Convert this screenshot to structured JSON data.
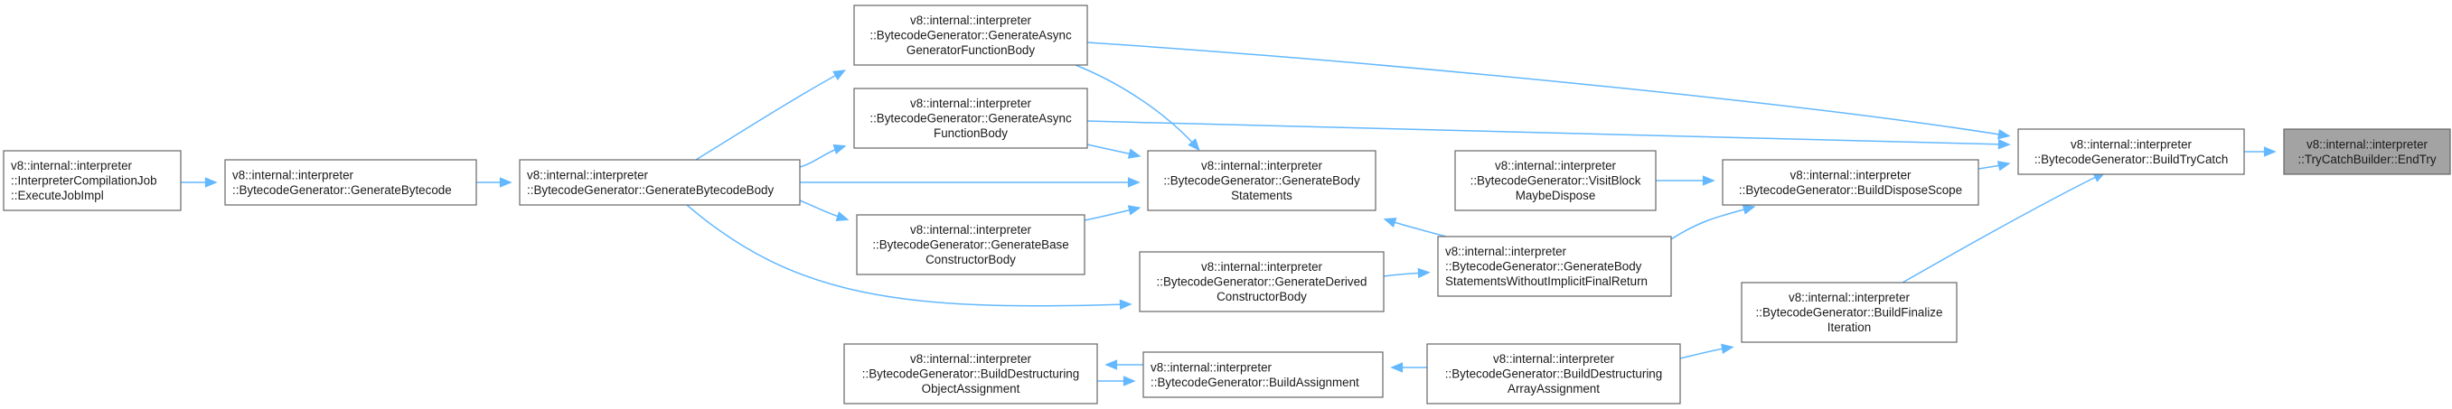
{
  "colors": {
    "edge": "#63b8ff",
    "node_fill": "#ffffff",
    "node_border": "#666666",
    "root_fill": "#a3a3a3"
  },
  "nodes": {
    "n_endtry": [
      "v8::internal::interpreter",
      "::TryCatchBuilder::EndTry"
    ],
    "n_buildtrycatch": [
      "v8::internal::interpreter",
      "::BytecodeGenerator::BuildTryCatch"
    ],
    "n_genasyncgen": [
      "v8::internal::interpreter",
      "::BytecodeGenerator::GenerateAsync",
      "GeneratorFunctionBody"
    ],
    "n_genasyncfn": [
      "v8::internal::interpreter",
      "::BytecodeGenerator::GenerateAsync",
      "FunctionBody"
    ],
    "n_genbodystmts": [
      "v8::internal::interpreter",
      "::BytecodeGenerator::GenerateBody",
      "Statements"
    ],
    "n_genbytecodebody": [
      "v8::internal::interpreter",
      "::BytecodeGenerator::GenerateBytecodeBody"
    ],
    "n_genbytecode": [
      "v8::internal::interpreter",
      "::BytecodeGenerator::GenerateBytecode"
    ],
    "n_execjob": [
      "v8::internal::interpreter",
      "::InterpreterCompilationJob",
      "::ExecuteJobImpl"
    ],
    "n_genbasector": [
      "v8::internal::interpreter",
      "::BytecodeGenerator::GenerateBase",
      "ConstructorBody"
    ],
    "n_genderivedctor": [
      "v8::internal::interpreter",
      "::BytecodeGenerator::GenerateDerived",
      "ConstructorBody"
    ],
    "n_genbodynoreturn": [
      "v8::internal::interpreter",
      "::BytecodeGenerator::GenerateBody",
      "StatementsWithoutImplicitFinalReturn"
    ],
    "n_visitblock": [
      "v8::internal::interpreter",
      "::BytecodeGenerator::VisitBlock",
      "MaybeDispose"
    ],
    "n_builddispose": [
      "v8::internal::interpreter",
      "::BytecodeGenerator::BuildDisposeScope"
    ],
    "n_buildfinalize": [
      "v8::internal::interpreter",
      "::BytecodeGenerator::BuildFinalize",
      "Iteration"
    ],
    "n_builddestructarray": [
      "v8::internal::interpreter",
      "::BytecodeGenerator::BuildDestructuring",
      "ArrayAssignment"
    ],
    "n_buildassign": [
      "v8::internal::interpreter",
      "::BytecodeGenerator::BuildAssignment"
    ],
    "n_builddestructobj": [
      "v8::internal::interpreter",
      "::BytecodeGenerator::BuildDestructuring",
      "ObjectAssignment"
    ]
  }
}
